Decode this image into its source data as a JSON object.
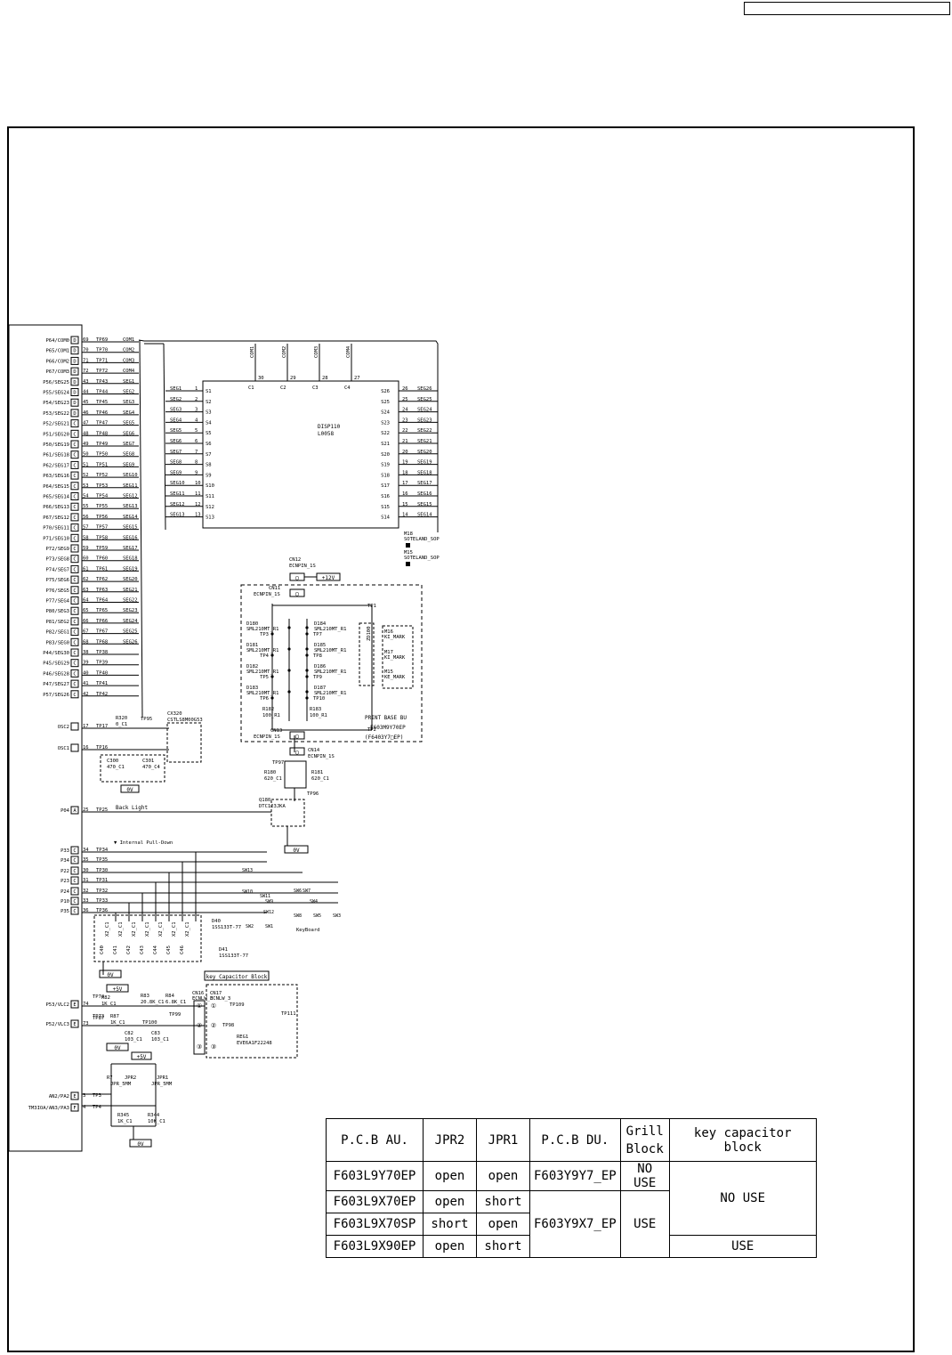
{
  "mcu": {
    "pins": [
      {
        "name": "P64/COM0",
        "t": "D",
        "num": "69",
        "tp": "TP69",
        "net": "COM1"
      },
      {
        "name": "P65/COM1",
        "t": "D",
        "num": "70",
        "tp": "TP70",
        "net": "COM2"
      },
      {
        "name": "P66/COM2",
        "t": "D",
        "num": "71",
        "tp": "TP71",
        "net": "COM3"
      },
      {
        "name": "P67/COM3",
        "t": "D",
        "num": "72",
        "tp": "TP72",
        "net": "COM4"
      },
      {
        "name": "P56/SEG25",
        "t": "D",
        "num": "43",
        "tp": "TP43",
        "net": "SEG1"
      },
      {
        "name": "P55/SEG24",
        "t": "D",
        "num": "44",
        "tp": "TP44",
        "net": "SEG2"
      },
      {
        "name": "P54/SEG23",
        "t": "D",
        "num": "45",
        "tp": "TP45",
        "net": "SEG3"
      },
      {
        "name": "P53/SEG22",
        "t": "D",
        "num": "46",
        "tp": "TP46",
        "net": "SEG4"
      },
      {
        "name": "P52/SEG21",
        "t": "C",
        "num": "47",
        "tp": "TP47",
        "net": "SEG5"
      },
      {
        "name": "P51/SEG20",
        "t": "C",
        "num": "48",
        "tp": "TP48",
        "net": "SEG6"
      },
      {
        "name": "P50/SEG19",
        "t": "C",
        "num": "49",
        "tp": "TP49",
        "net": "SEG7"
      },
      {
        "name": "P61/SEG18",
        "t": "C",
        "num": "50",
        "tp": "TP50",
        "net": "SEG8"
      },
      {
        "name": "P62/SEG17",
        "t": "C",
        "num": "51",
        "tp": "TP51",
        "net": "SEG9"
      },
      {
        "name": "P63/SEG16",
        "t": "C",
        "num": "52",
        "tp": "TP52",
        "net": "SEG10"
      },
      {
        "name": "P64/SEG15",
        "t": "C",
        "num": "53",
        "tp": "TP53",
        "net": "SEG11"
      },
      {
        "name": "P65/SEG14",
        "t": "C",
        "num": "54",
        "tp": "TP54",
        "net": "SEG12"
      },
      {
        "name": "P66/SEG13",
        "t": "C",
        "num": "55",
        "tp": "TP55",
        "net": "SEG13"
      },
      {
        "name": "P67/SEG12",
        "t": "C",
        "num": "56",
        "tp": "TP56",
        "net": "SEG14"
      },
      {
        "name": "P70/SEG11",
        "t": "C",
        "num": "57",
        "tp": "TP57",
        "net": "SEG15"
      },
      {
        "name": "P71/SEG10",
        "t": "C",
        "num": "58",
        "tp": "TP58",
        "net": "SEG16"
      },
      {
        "name": "P72/SEG9",
        "t": "C",
        "num": "59",
        "tp": "TP59",
        "net": "SEG17"
      },
      {
        "name": "P73/SEG8",
        "t": "C",
        "num": "60",
        "tp": "TP60",
        "net": "SEG18"
      },
      {
        "name": "P74/SEG7",
        "t": "C",
        "num": "61",
        "tp": "TP61",
        "net": "SEG19"
      },
      {
        "name": "P75/SEG6",
        "t": "C",
        "num": "62",
        "tp": "TP62",
        "net": "SEG20"
      },
      {
        "name": "P76/SEG5",
        "t": "C",
        "num": "63",
        "tp": "TP63",
        "net": "SEG21"
      },
      {
        "name": "P77/SEG4",
        "t": "C",
        "num": "64",
        "tp": "TP64",
        "net": "SEG22"
      },
      {
        "name": "P80/SEG3",
        "t": "C",
        "num": "65",
        "tp": "TP65",
        "net": "SEG23"
      },
      {
        "name": "P81/SEG2",
        "t": "C",
        "num": "66",
        "tp": "TP66",
        "net": "SEG24"
      },
      {
        "name": "P82/SEG1",
        "t": "C",
        "num": "67",
        "tp": "TP67",
        "net": "SEG25"
      },
      {
        "name": "P83/SEG0",
        "t": "C",
        "num": "68",
        "tp": "TP68",
        "net": "SEG26"
      },
      {
        "name": "P44/SEG30",
        "t": "C",
        "num": "38",
        "tp": "TP38",
        "net": ""
      },
      {
        "name": "P45/SEG29",
        "t": "C",
        "num": "39",
        "tp": "TP39",
        "net": ""
      },
      {
        "name": "P46/SEG28",
        "t": "C",
        "num": "40",
        "tp": "TP40",
        "net": ""
      },
      {
        "name": "P47/SEG27",
        "t": "C",
        "num": "41",
        "tp": "TP41",
        "net": ""
      },
      {
        "name": "P57/SEG26",
        "t": "C",
        "num": "42",
        "tp": "TP42",
        "net": ""
      }
    ],
    "lower_pins": [
      {
        "name": "OSC2",
        "num": "17",
        "tp": "TP17"
      },
      {
        "name": "OSC1",
        "num": "16",
        "tp": "TP16"
      },
      {
        "name": "P04",
        "num": "25",
        "tp": "TP25",
        "t": "A"
      }
    ],
    "key_pins": [
      {
        "name": "P33",
        "t": "C",
        "num": "34",
        "tp": "TP34"
      },
      {
        "name": "P34",
        "t": "C",
        "num": "35",
        "tp": "TP35"
      },
      {
        "name": "P22",
        "t": "C",
        "num": "30",
        "tp": "TP30"
      },
      {
        "name": "P23",
        "t": "C",
        "num": "31",
        "tp": "TP31"
      },
      {
        "name": "P24",
        "t": "C",
        "num": "32",
        "tp": "TP32"
      },
      {
        "name": "P10",
        "t": "C",
        "num": "33",
        "tp": "TP33"
      },
      {
        "name": "P35",
        "t": "C",
        "num": "36",
        "tp": "TP36"
      }
    ],
    "vlc_pins": [
      {
        "name": "P53/VLC2",
        "t": "E",
        "num": "74",
        "tp": "TP74"
      },
      {
        "name": "P52/VLC3",
        "t": "E",
        "num": "73",
        "tp": "TP73"
      }
    ],
    "an_pins": [
      {
        "name": "AN2/PA2",
        "t": "E",
        "num": "3",
        "tp": "TP3"
      },
      {
        "name": "TM3IOA/AN3/PA3",
        "t": "F",
        "num": "4",
        "tp": "TP4"
      }
    ]
  },
  "lcd": {
    "name": "DISP110",
    "part": "L0058",
    "com_nets": [
      "COM1",
      "COM2",
      "COM3",
      "COM4"
    ],
    "com_pins": [
      "C1",
      "C2",
      "C3",
      "C4"
    ],
    "com_nums": [
      "30",
      "29",
      "28",
      "27"
    ],
    "left_nets": [
      "SEG1",
      "SEG2",
      "SEG3",
      "SEG4",
      "SEG5",
      "SEG6",
      "SEG7",
      "SEG8",
      "SEG9",
      "SEG10",
      "SEG11",
      "SEG12",
      "SEG13"
    ],
    "left_pins": [
      "S1",
      "S2",
      "S3",
      "S4",
      "S5",
      "S6",
      "S7",
      "S8",
      "S9",
      "S10",
      "S11",
      "S12",
      "S13"
    ],
    "left_nums": [
      "1",
      "2",
      "3",
      "4",
      "5",
      "6",
      "7",
      "8",
      "9",
      "10",
      "11",
      "12",
      "13"
    ],
    "right_pins": [
      "S26",
      "S25",
      "S24",
      "S23",
      "S22",
      "S21",
      "S20",
      "S19",
      "S18",
      "S17",
      "S16",
      "S15",
      "S14"
    ],
    "right_nums": [
      "26",
      "25",
      "24",
      "23",
      "22",
      "21",
      "20",
      "19",
      "18",
      "17",
      "16",
      "15",
      "14"
    ],
    "right_nets": [
      "SEG26",
      "SEG25",
      "SEG24",
      "SEG23",
      "SEG22",
      "SEG21",
      "SEG20",
      "SEG19",
      "SEG18",
      "SEG17",
      "SEG16",
      "SEG15",
      "SEG14"
    ]
  },
  "marks": {
    "m18": "M18",
    "m18_sub": "SOTELAND_SOP",
    "m15": "M15",
    "m15_sub": "SOTELAND_SOP"
  },
  "print_board": {
    "cn12": "CN12",
    "cn12_part": "ECNPIN_1S",
    "supply": "+12V",
    "cn11": "CN11",
    "cn11_part": "ECNPIN_1S",
    "tp1": "TP1",
    "leds_left": [
      {
        "ref": "D180",
        "part": "SML210MT_R1",
        "tp": "TP3"
      },
      {
        "ref": "D181",
        "part": "SML210MT_R1",
        "tp": "TP4"
      },
      {
        "ref": "D182",
        "part": "SML210MT_R1",
        "tp": "TP5"
      },
      {
        "ref": "D183",
        "part": "SML210MT_R1",
        "tp": "TP6"
      }
    ],
    "leds_right": [
      {
        "ref": "D184",
        "part": "SML210MT_R1",
        "tp": "TP7"
      },
      {
        "ref": "D185",
        "part": "SML210MT_R1",
        "tp": "TP8"
      },
      {
        "ref": "D186",
        "part": "SML210MT_R1",
        "tp": "TP9"
      },
      {
        "ref": "D187",
        "part": "SML210MT_R1",
        "tp": "TP10"
      }
    ],
    "r182": "R182",
    "r182_val": "100_R1",
    "r183": "R183",
    "r183_val": "100_R1",
    "zener": "ZD100",
    "m16": "M16",
    "m16_sub": "KI_MARK",
    "m17": "M17",
    "m17_sub": "KI_MARK",
    "m15b": "M15",
    "m15b_sub": "KE_MARK",
    "title": "PRINT BASE BU",
    "part1": "F603M9Y70EP",
    "part2": "(F6403Y7□EP)",
    "tp2": "TP2",
    "cn13": "CN13",
    "cn13_part": "ECNPIN_1S"
  },
  "backlight": {
    "cn14": "CN14",
    "cn14_part": "ECNPIN_1S",
    "tp97": "TP97",
    "r180": "R180",
    "r180_val": "620_C1",
    "r181": "R181",
    "r181_val": "620_C1",
    "tp96": "TP96",
    "q180": "Q180",
    "q180_part": "DTC123JKA",
    "label": "Back Light",
    "ov": "0V"
  },
  "osc": {
    "r320": "R320",
    "r320_val": "0_C1",
    "tp95": "TP95",
    "cx320": "CX320",
    "cx320_part": "CSTLS8M00G53",
    "c300": "C300",
    "c300_val": "470_C1",
    "c301": "C301",
    "c301_val": "470_C4",
    "ov": "0V"
  },
  "keys": {
    "note": "▼ Internal Pull-Down",
    "switches": [
      "SW13",
      "SW10",
      "SW11",
      "SW9",
      "SW6",
      "SW7",
      "SW12",
      "SW2",
      "SW1",
      "SW8",
      "SW4",
      "SW5",
      "SW3"
    ],
    "caps": [
      "C40",
      "C41",
      "C42",
      "C43",
      "C44",
      "C45",
      "C46"
    ],
    "cap_vals": [
      "X2_C1",
      "X2_C1",
      "X2_C1",
      "X2_C1",
      "X2_C1",
      "X2_C1",
      "X2_C1"
    ],
    "d40": "D40",
    "d40_part": "1SS133T-77",
    "d41": "D41",
    "d41_part": "1SS133T-77",
    "keyboard": "KeyBoard",
    "ov": "0V",
    "block": "key Capacitor Block"
  },
  "grill": {
    "p5v": "+5V",
    "r82": "R82",
    "r82_val": "1K_C1",
    "r83": "R83",
    "r83_val": "20.8K_C1",
    "r84": "R84",
    "r84_val": "6.8K_C1",
    "tp87": "TP87",
    "r87": "R87",
    "r87_val": "1K_C1",
    "tp99": "TP99",
    "tp100": "TP100",
    "c82": "C82",
    "c82_val": "103_C1",
    "c83": "C83",
    "c83_val": "103_C1",
    "cn16": "CN16",
    "cn16_part": "ECNLW_3",
    "cn17": "CN17",
    "cn17_part": "ECNLW_3",
    "tp109": "TP109",
    "tp111": "TP111",
    "tp98": "TP98",
    "reg": "REG1",
    "reg_part": "EVE6A1F22248",
    "ov": "0V"
  },
  "jumpers": {
    "p5v": "+5V",
    "r7": "R7",
    "jpr2": "JPR2",
    "jpr2_val": "JPR_5MM",
    "jpr1": "JPR1",
    "jpr1_val": "JPR_5MM",
    "r345": "R345",
    "r345_val": "1K_C1",
    "r344": "R344",
    "r344_val": "10K_C1",
    "ov": "0V"
  },
  "table": {
    "headers": [
      "P.C.B AU.",
      "JPR2",
      "JPR1",
      "P.C.B DU.",
      "Grill\nBlock",
      "key capacitor block"
    ],
    "r1": [
      "F603L9Y70EP",
      "open",
      "open",
      "F603Y9Y7_EP",
      "NO USE"
    ],
    "r2": [
      "F603L9X70EP",
      "open",
      "short"
    ],
    "r3": [
      "F603L9X70SP",
      "short",
      "open"
    ],
    "r4": [
      "F603L9X90EP",
      "open",
      "short"
    ],
    "du2": "F603Y9X7_EP",
    "grill2": "USE",
    "kcb_noUse": "NO USE",
    "kcb_use": "USE"
  }
}
